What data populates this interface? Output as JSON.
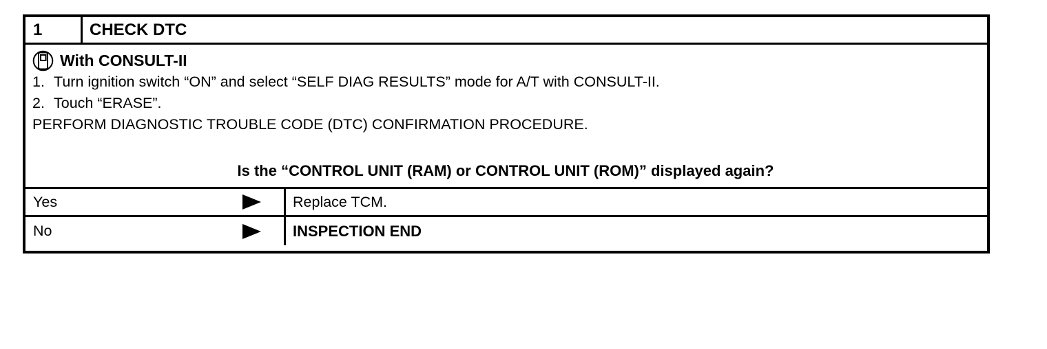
{
  "colors": {
    "ink": "#000000",
    "paper": "#ffffff"
  },
  "step": {
    "number": "1",
    "title": "CHECK DTC"
  },
  "body": {
    "with_label": "With CONSULT-II",
    "steps": [
      {
        "num": "1.",
        "text": "Turn ignition switch “ON” and select “SELF DIAG RESULTS” mode for A/T with CONSULT-II."
      },
      {
        "num": "2.",
        "text": "Touch “ERASE”."
      }
    ],
    "note": "PERFORM DIAGNOSTIC TROUBLE CODE (DTC) CONFIRMATION PROCEDURE.",
    "question": "Is the “CONTROL UNIT (RAM) or CONTROL UNIT (ROM)” displayed again?"
  },
  "results": [
    {
      "answer": "Yes",
      "action": "Replace TCM."
    },
    {
      "answer": "No",
      "action": "INSPECTION END"
    }
  ],
  "icons": {
    "consult_ii": "consult-ii-tester-icon",
    "result_arrow": "right-triangle-icon"
  }
}
